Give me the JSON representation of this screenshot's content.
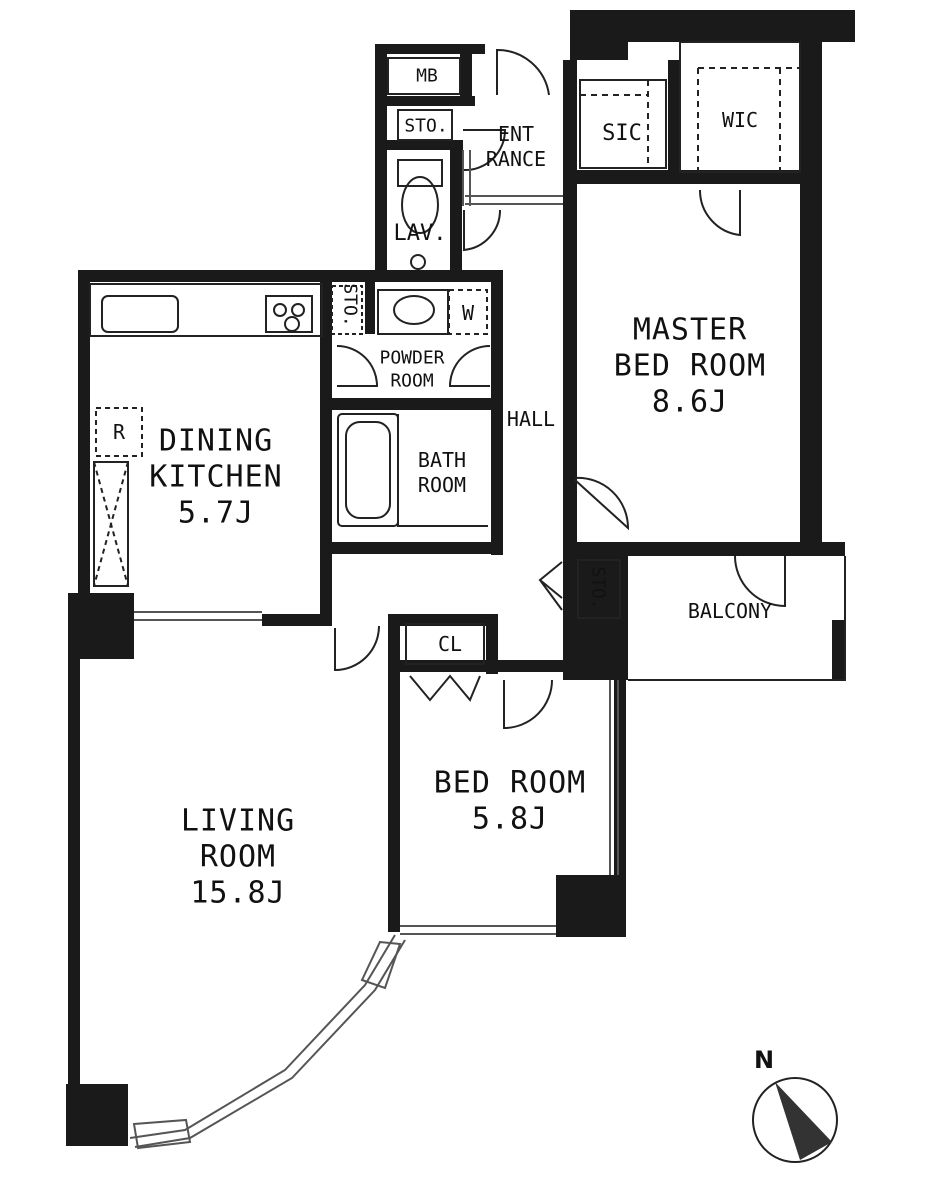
{
  "rooms": {
    "mb": "MB",
    "sto_entrance": "STO.",
    "entrance_1": "ENT",
    "entrance_2": "RANCE",
    "sic": "SIC",
    "wic": "WIC",
    "lav": "LAV.",
    "sto_kitchen": "STO.",
    "washer": "W",
    "powder_1": "POWDER",
    "powder_2": "ROOM",
    "master_1": "MASTER",
    "master_2": "BED ROOM",
    "master_size": "8.6J",
    "refrigerator": "R",
    "dining_1": "DINING",
    "dining_2": "KITCHEN",
    "dining_size": "5.7J",
    "hall": "HALL",
    "bath_1": "BATH",
    "bath_2": "ROOM",
    "sto_hall": "STO.",
    "balcony": "BALCONY",
    "closet": "CL",
    "bed_1": "BED ROOM",
    "bed_size": "5.8J",
    "living_1": "LIVING",
    "living_2": "ROOM",
    "living_size": "15.8J"
  },
  "compass": {
    "label": "N"
  },
  "colors": {
    "wall": "#1a1a1a",
    "line": "#222222",
    "window": "#555555",
    "background": "#ffffff"
  }
}
